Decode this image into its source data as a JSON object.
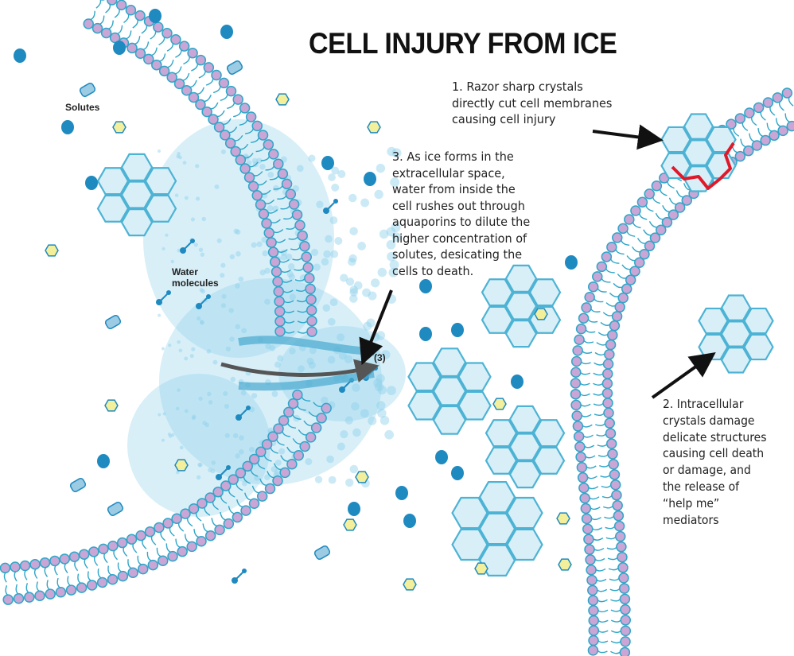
{
  "title": "CELL INJURY FROM ICE",
  "labels": {
    "solutes": "Solutes",
    "water_molecules": "Water\nmolecules",
    "aquaporin_marker": "(3)"
  },
  "notes": [
    {
      "id": 1,
      "text": "1. Razor sharp crystals\ndirectly cut cell membranes\ncausing cell injury"
    },
    {
      "id": 2,
      "text": "2. Intracellular\ncrystals damage\ndelicate structures\ncausing cell death\nor damage, and\nthe release of\n“help me”\nmediators"
    },
    {
      "id": 3,
      "text": "3. As ice forms in the\nextracellular space,\nwater from inside the\ncell rushes out through\naquaporins to dilute the\nhigher concentration of\nsolutes, desicating the\ncells to death."
    }
  ],
  "colors": {
    "membrane_tail": "#2fa6c8",
    "membrane_head": "#c9a6d6",
    "crystal": "#4db3d4",
    "solute_blue": "#1f8ac0",
    "solute_yellow": "#f3ef9a",
    "ice_cloud": "#8fd0ea",
    "damage": "#e0192a",
    "arrow": "#111111",
    "flow_arrow": "#555555"
  }
}
